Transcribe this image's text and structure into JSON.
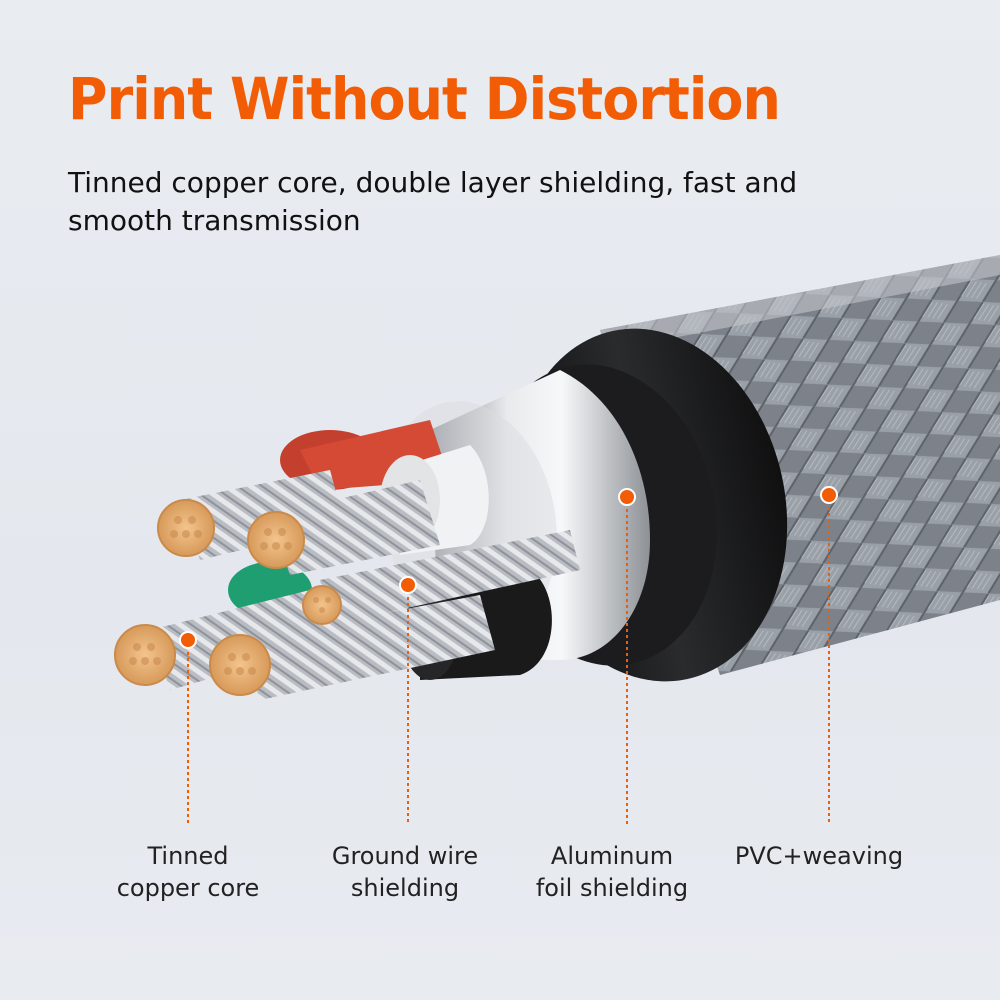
{
  "header": {
    "title": "Print Without Distortion",
    "subtitle": "Tinned copper core, double layer shielding, fast and smooth transmission"
  },
  "callouts": [
    {
      "line1": "Tinned",
      "line2": "copper core"
    },
    {
      "line1": "Ground wire",
      "line2": "shielding"
    },
    {
      "line1": "Aluminum",
      "line2": "foil shielding"
    },
    {
      "line1": "PVC+weaving",
      "line2": ""
    }
  ],
  "colors": {
    "accent": "#f25c05",
    "text": "#111111",
    "background": "#e7eaef",
    "braid": "#8a8f96",
    "jacket": "#1a1a1a",
    "foil": "#c9ccd0",
    "copper": "#e6ae73",
    "red_insulation": "#c9402f",
    "green_insulation": "#1f9e72"
  }
}
